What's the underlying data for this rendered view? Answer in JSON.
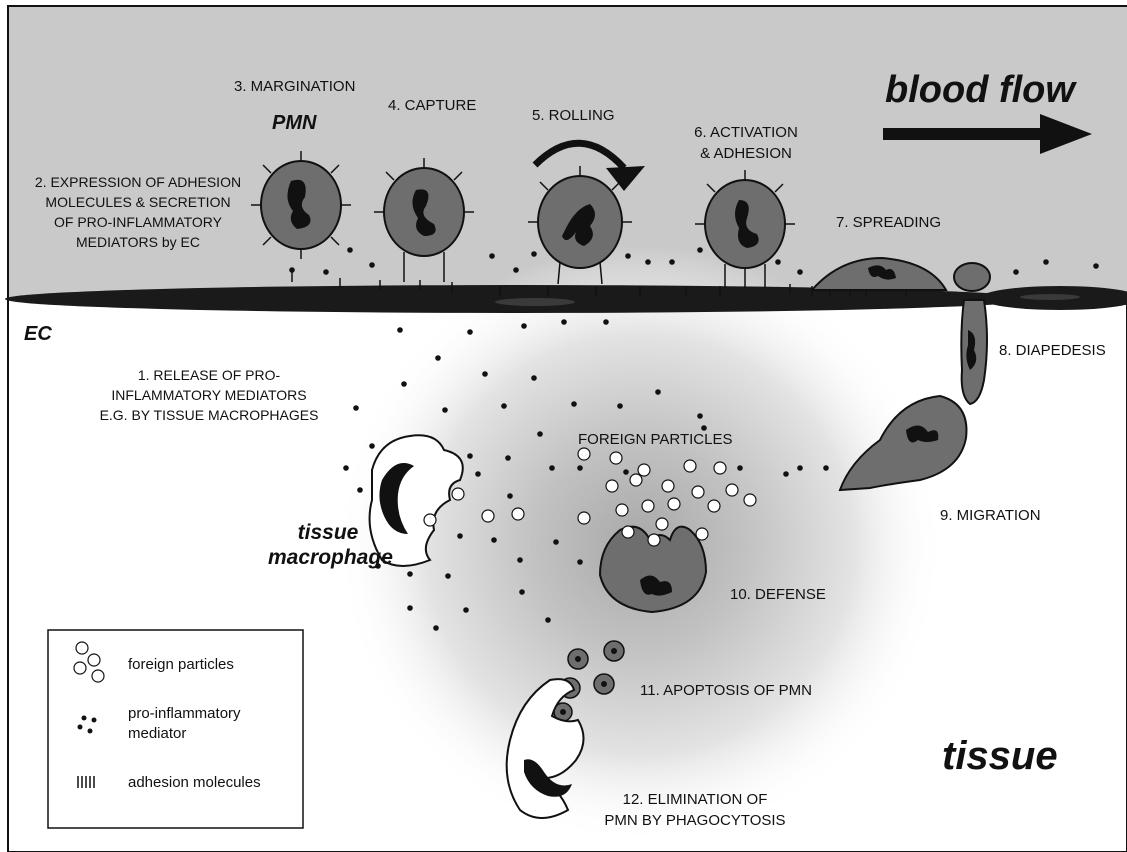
{
  "title_blood_flow": "blood flow",
  "label_pmn": "PMN",
  "label_ec": "EC",
  "label_tissue": "tissue",
  "label_tissue_macrophage": [
    "tissue",
    "macrophage"
  ],
  "steps": {
    "s1": [
      "1. RELEASE OF PRO-",
      "INFLAMMATORY MEDIATORS",
      "E.G. BY TISSUE MACROPHAGES"
    ],
    "s2": [
      "2. EXPRESSION OF ADHESION",
      "MOLECULES & SECRETION",
      "OF PRO-INFLAMMATORY",
      "MEDIATORS by EC"
    ],
    "s3": "3. MARGINATION",
    "s4": "4. CAPTURE",
    "s5": "5. ROLLING",
    "s6": [
      "6. ACTIVATION",
      "& ADHESION"
    ],
    "s7": "7. SPREADING",
    "s8": "8. DIAPEDESIS",
    "s9": "9. MIGRATION",
    "s10": "10. DEFENSE",
    "s11": "11. APOPTOSIS OF PMN",
    "s12": [
      "12. ELIMINATION OF",
      "PMN BY PHAGOCYTOSIS"
    ]
  },
  "label_foreign_particles": "FOREIGN PARTICLES",
  "legend": {
    "foreign_particles": "foreign particles",
    "mediator": [
      "pro-inflammatory",
      "mediator"
    ],
    "adhesion": "adhesion molecules"
  },
  "colors": {
    "vessel": "#c9c9c9",
    "cell": "#6e6e6e",
    "ink": "#111111"
  }
}
